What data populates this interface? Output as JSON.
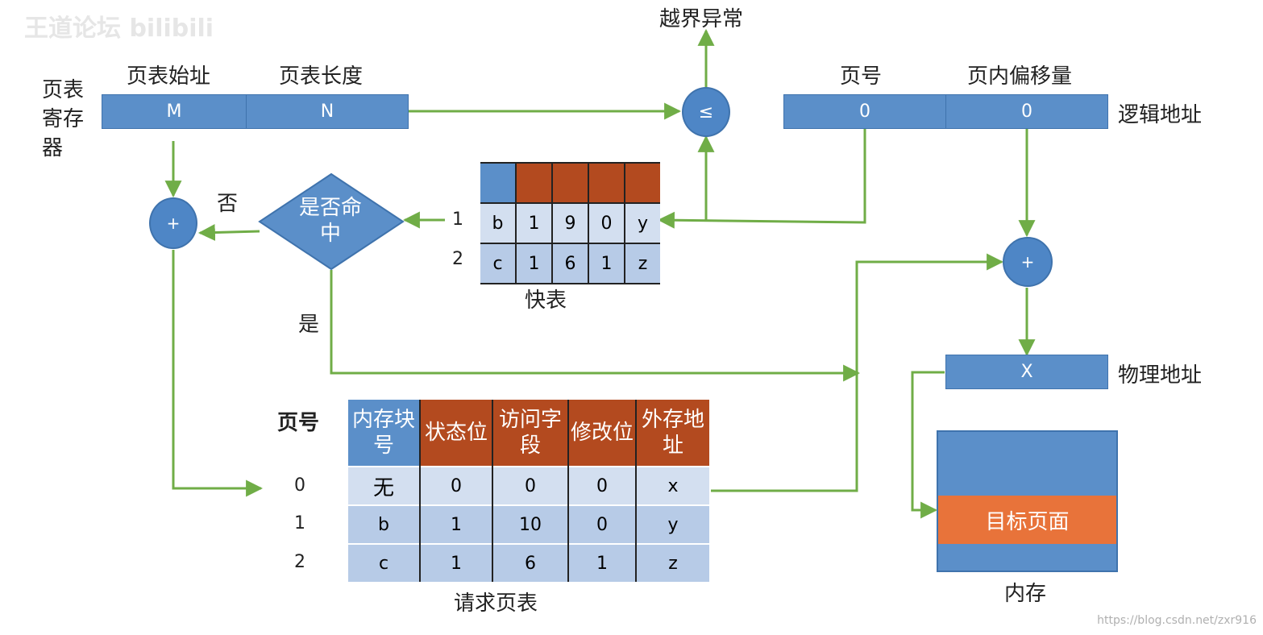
{
  "watermark": {
    "top_left": "王道论坛 bilibili",
    "bottom_right": "https://blog.csdn.net/zxr916"
  },
  "page_table_register": {
    "label": "页表寄存器",
    "start_label": "页表始址",
    "length_label": "页表长度",
    "start_value": "M",
    "length_value": "N"
  },
  "comparator": {
    "symbol": "≤",
    "overflow_label": "越界异常"
  },
  "logical_address": {
    "label": "逻辑地址",
    "page_label": "页号",
    "offset_label": "页内偏移量",
    "page_value": "0",
    "offset_value": "0"
  },
  "adder_left": {
    "symbol": "+",
    "no_label": "否"
  },
  "adder_right": {
    "symbol": "+"
  },
  "decision": {
    "text": "是否命中",
    "yes_label": "是"
  },
  "tlb": {
    "caption": "快表",
    "row_indices": [
      "1",
      "2"
    ],
    "rows": [
      [
        "b",
        "1",
        "9",
        "0",
        "y"
      ],
      [
        "c",
        "1",
        "6",
        "1",
        "z"
      ]
    ]
  },
  "page_table": {
    "caption": "请求页表",
    "index_header": "页号",
    "headers": [
      "内存块号",
      "状态位",
      "访问字段",
      "修改位",
      "外存地址"
    ],
    "row_indices": [
      "0",
      "1",
      "2"
    ],
    "rows": [
      [
        "无",
        "0",
        "0",
        "0",
        "x"
      ],
      [
        "b",
        "1",
        "10",
        "0",
        "y"
      ],
      [
        "c",
        "1",
        "6",
        "1",
        "z"
      ]
    ]
  },
  "physical_address": {
    "label": "物理地址",
    "value": "X"
  },
  "memory": {
    "caption": "内存",
    "target_page_label": "目标页面"
  },
  "colors": {
    "blue": "#5b8fc9",
    "orange": "#b34a1f",
    "arrow": "#70ad47",
    "target": "#e8733a"
  }
}
